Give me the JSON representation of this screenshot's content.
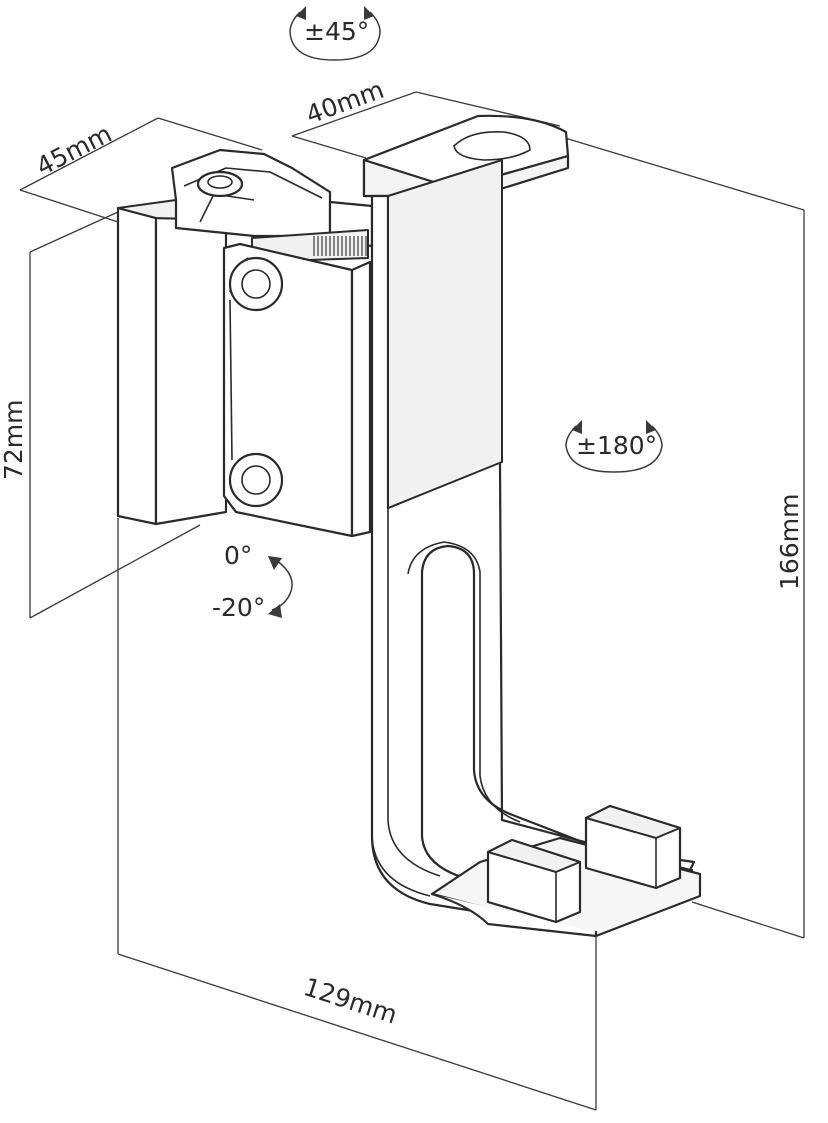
{
  "dimensions": {
    "depth": "45mm",
    "width_top": "40mm",
    "height_mount": "72mm",
    "height_total": "166mm",
    "width_bottom": "129mm"
  },
  "rotations": {
    "swivel_top": "±45°",
    "swivel_arm": "±180°",
    "tilt_upper": "0°",
    "tilt_lower": "-20°"
  },
  "colors": {
    "line": "#2a2a2a",
    "background": "#ffffff"
  }
}
